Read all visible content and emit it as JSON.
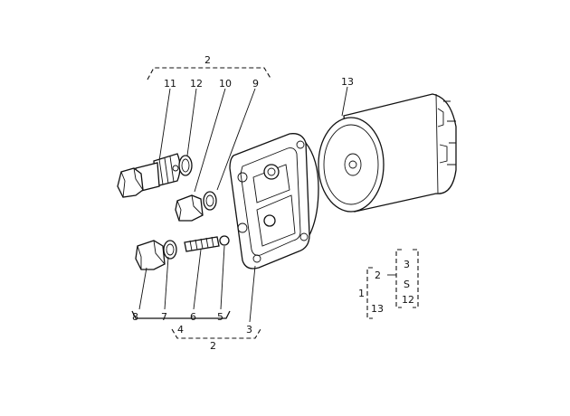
{
  "labels": {
    "group_top": "2",
    "p11": "11",
    "p12": "12",
    "p10": "10",
    "p9": "9",
    "p13": "13",
    "p8": "8",
    "p7": "7",
    "p6": "6",
    "p5": "5",
    "p3": "3",
    "group_4": "4",
    "group_bottom": "2"
  },
  "key": {
    "a_2": "2",
    "a_1": "1",
    "a_13": "13",
    "b_3": "3",
    "b_tilde": "S",
    "b_12": "12"
  }
}
